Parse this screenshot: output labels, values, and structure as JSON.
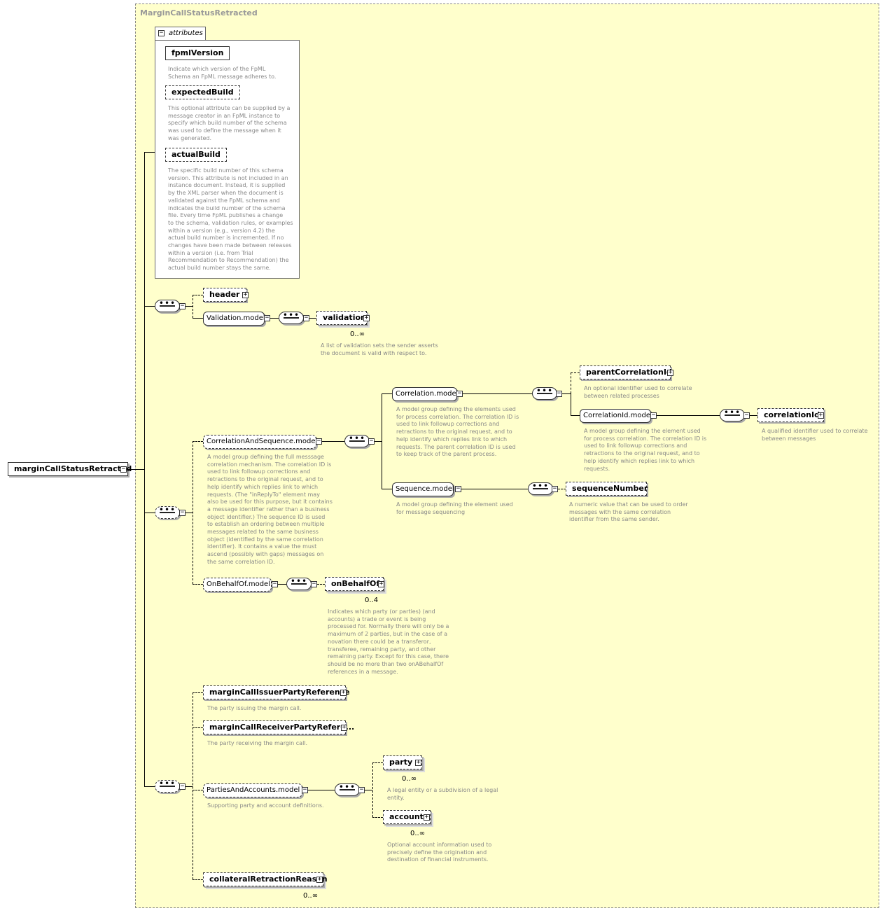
{
  "root": {
    "name": "marginCallStatusRetracted"
  },
  "type_name": "MarginCallStatusRetracted",
  "attributes": {
    "tab_label": "attributes",
    "items": [
      {
        "name": "fpmlVersion",
        "desc": "Indicate which version of the FpML\nSchema an FpML message adheres to."
      },
      {
        "name": "expectedBuild",
        "desc": "This optional attribute can be supplied by a\nmessage creator in an FpML instance to\nspecify which build number of the schema\nwas used to define the message when it\nwas generated."
      },
      {
        "name": "actualBuild",
        "desc": "The specific build number of this schema\nversion. This attribute is not included in an\ninstance document. Instead, it is supplied\nby the XML parser when the document is\nvalidated against the FpML schema and\nindicates the build number of the schema\nfile. Every time FpML publishes a change\nto the schema, validation rules, or examples\nwithin a version (e.g., version 4.2) the\nactual build number is incremented. If no\nchanges have been made between releases\nwithin a version (i.e. from Trial\nRecommendation to Recommendation) the\nactual build number stays the same."
      }
    ]
  },
  "nodes": {
    "header": "header",
    "validation_model": "Validation.model",
    "validation": "validation",
    "validation_card": "0..∞",
    "validation_desc": "A list of validation sets the sender asserts\nthe document is valid with respect to.",
    "corr_seq_model": "CorrelationAndSequence.model",
    "corr_seq_desc": "A model group defining the full messsage\ncorrelation mechanism. The correlation ID is\nused to link followup corrections and\nretractions to the original request, and to\nhelp identify which replies link to which\nrequests. (The \"inReplyTo\" element may\nalso be used for this purpose, but it contains\na message identifier rather than a business\nobject identifier.) The sequence ID is used\nto establish an ordering between multiple\nmessages related to the same business\nobject (identified by the same correlation\nidentifier). It contains a value the must\nascend (possibly with gaps) messages on\nthe same correlation ID.",
    "correlation_model": "Correlation.model",
    "correlation_desc": "A model group defining the elements used\nfor process correlation. The correlation ID is\nused to link followup corrections and\nretractions to the original request, and to\nhelp identify which replies link to which\nrequests. The parent correlation ID is used\nto keep track of the parent process.",
    "parent_corr": "parentCorrelationId",
    "parent_corr_desc": "An optional identifier used to correlate\nbetween related processes",
    "corrid_model": "CorrelationId.model",
    "corrid_model_desc": "A model group defining the element used\nfor process correlation. The correlation ID is\nused to link followup corrections and\nretractions to the original request, and to\nhelp identify which replies link to which\nrequests.",
    "correlation_id": "correlationId",
    "correlation_id_desc": "A qualified identifier used to correlate\nbetween messages",
    "sequence_model": "Sequence.model",
    "sequence_model_desc": "A model group defining the element used\nfor message sequencing",
    "sequence_number": "sequenceNumber",
    "sequence_number_desc": "A numeric value that can be used to order\nmessages with the same correlation\nidentifier from the same sender.",
    "on_behalf_model": "OnBehalfOf.model",
    "on_behalf": "onBehalfOf",
    "on_behalf_card": "0..4",
    "on_behalf_desc": "Indicates which party (or parties) (and\naccounts) a trade or event is being\nprocessed for. Normally there will only be a\nmaximum of 2 parties, but in the case of a\nnovation there could be a transferor,\ntransferee, remaining party, and other\nremaining party. Except for this case, there\nshould be no more than two onABehalfOf\nreferences in a message.",
    "issuer_ref": "marginCallIssuerPartyReference",
    "issuer_ref_desc": "The party issuing the margin call.",
    "receiver_ref": "marginCallReceiverPartyRefere...",
    "receiver_ref_desc": "The party receiving the margin call.",
    "parties_model": "PartiesAndAccounts.model",
    "parties_model_desc": "Supporting party and account definitions.",
    "party": "party",
    "party_card": "0..∞",
    "party_desc": "A legal entity or a subdivision of a legal\nentity.",
    "account": "account",
    "account_card": "0..∞",
    "account_desc": "Optional account information used to\nprecisely define the origination and\ndestination of financial instruments.",
    "retraction_reason": "collateralRetractionReason",
    "retraction_reason_card": "0..∞"
  }
}
